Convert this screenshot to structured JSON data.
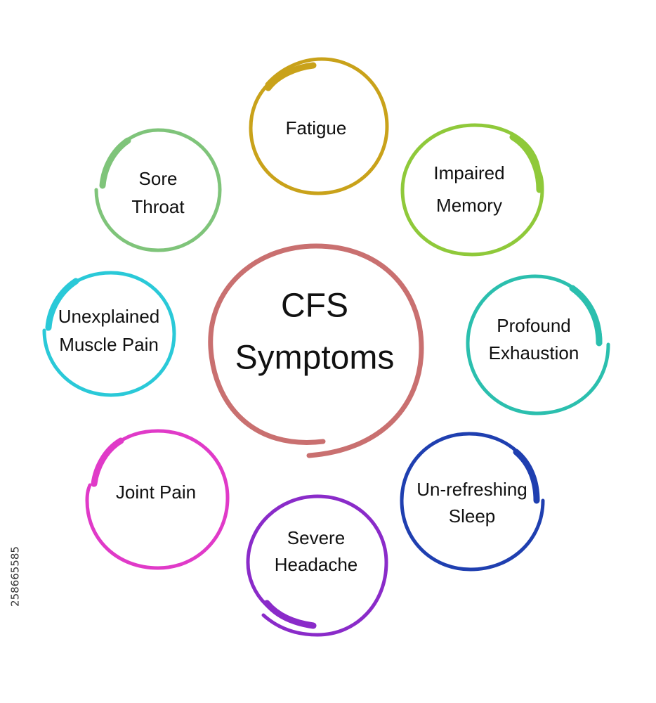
{
  "center": {
    "lines": [
      "CFS",
      "Symptoms"
    ],
    "color": "#c97070"
  },
  "nodes": [
    {
      "id": "fatigue",
      "lines": [
        "Fatigue"
      ],
      "color": "#c9a21a"
    },
    {
      "id": "impaired-memory",
      "lines": [
        "Impaired",
        "Memory"
      ],
      "color": "#8fc93a"
    },
    {
      "id": "profound-exhaustion",
      "lines": [
        "Profound",
        "Exhaustion"
      ],
      "color": "#2bbfae"
    },
    {
      "id": "unrefreshing-sleep",
      "lines": [
        "Un-refreshing",
        "Sleep"
      ],
      "color": "#1f3fb0"
    },
    {
      "id": "severe-headache",
      "lines": [
        "Severe",
        "Headache"
      ],
      "color": "#8a2bc9"
    },
    {
      "id": "joint-pain",
      "lines": [
        "Joint Pain"
      ],
      "color": "#e03ac8"
    },
    {
      "id": "unexplained-muscle-pain",
      "lines": [
        "Unexplained",
        "Muscle Pain"
      ],
      "color": "#2ac9d8"
    },
    {
      "id": "sore-throat",
      "lines": [
        "Sore",
        "Throat"
      ],
      "color": "#7fc47a"
    }
  ],
  "watermark": "258665585"
}
